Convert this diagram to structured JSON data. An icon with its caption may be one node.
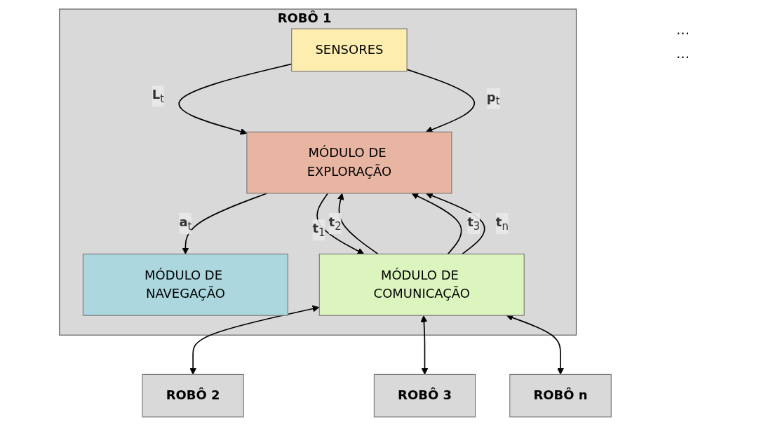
{
  "diagram": {
    "nodes": [
      {
        "text": [
          "ROBÔ 1"
        ]
      },
      {
        "text": [
          "SENSORES"
        ],
        "in": 0
      },
      {
        "text": [
          "MÓDULO DE EXPLORAÇÃO"
        ],
        "in": 0
      },
      {
        "text": [
          "MÓDULO DE NAVEGAÇÃO"
        ],
        "in": 0
      },
      {
        "text": [
          "MÓDULO DE COMUNICAÇÃO"
        ],
        "in": 0
      },
      {
        "text": [
          "ROBÔ 2"
        ]
      },
      {
        "text": [
          "ROBÔ 3"
        ]
      },
      {
        "text": [
          "ROBÔ n"
        ]
      }
    ],
    "edges": [
      {
        "from": 1,
        "to": 2,
        "label": "**L**$_{t}$",
        "arrow": "to"
      },
      {
        "from": 1,
        "to": 2,
        "label": "**p**$_{t}$",
        "arrow": "to"
      },
      {
        "from": 2,
        "to": 3,
        "label": "**a**$_{t}$",
        "arrow": "to"
      },
      {
        "from": 2,
        "to": 4,
        "label": "**t**$_{1}$",
        "arrow": "to"
      },
      {
        "from": 4,
        "to": 2,
        "label": "**t**$_{2}$",
        "arrow": "to"
      },
      {
        "from": 4,
        "to": 2,
        "label": "**t**$_{3}$",
        "arrow": "to"
      },
      {
        "from": 4,
        "to": 2,
        "label": "**t**$_{n}$",
        "arrow": "to"
      },
      {
        "from": 4,
        "to": 5,
        "arrow": "both"
      },
      {
        "from": 4,
        "to": 6,
        "arrow": "both"
      },
      {
        "from": 4,
        "to": 7,
        "arrow": "both"
      }
    ],
    "labels": [
      "...",
      "..."
    ]
  }
}
